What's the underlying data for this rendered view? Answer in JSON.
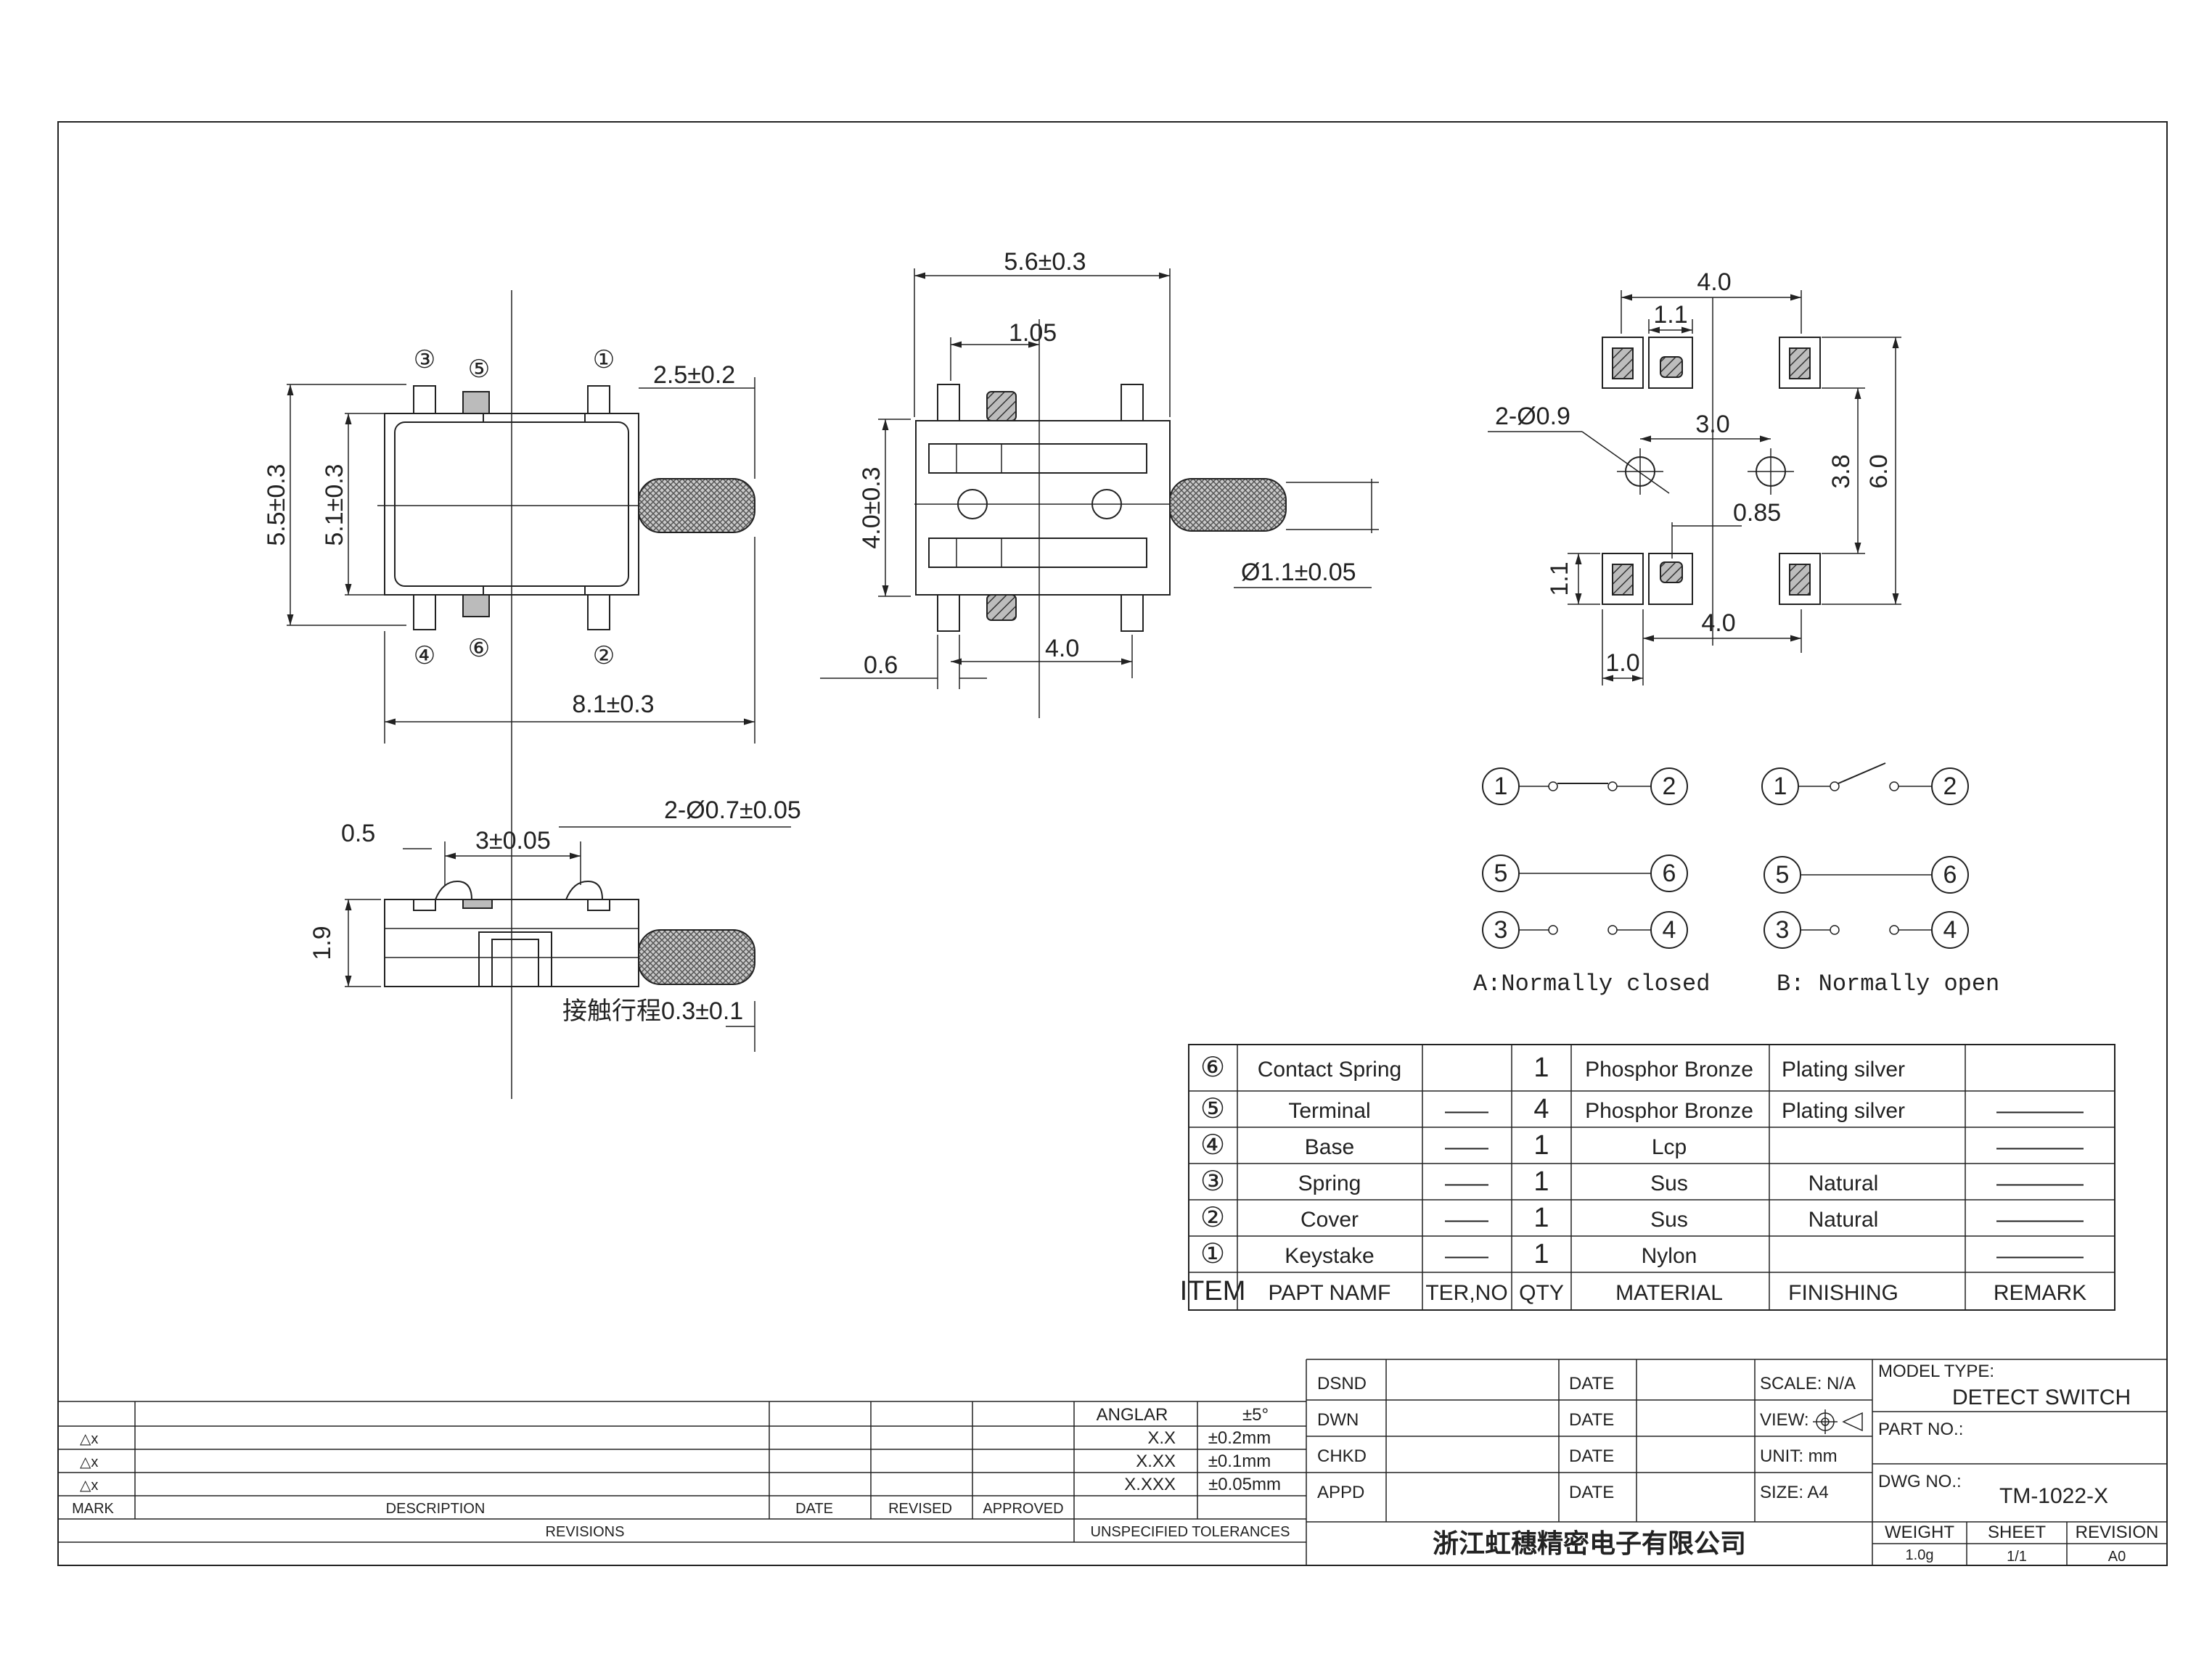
{
  "top_view": {
    "pins": {
      "p1": "①",
      "p2": "②",
      "p3": "③",
      "p4": "④",
      "p5": "⑤",
      "p6": "⑥"
    },
    "dims": {
      "stem": "2.5±0.2",
      "height_outer": "5.5±0.3",
      "height_inner": "5.1±0.3",
      "width": "8.1±0.3"
    }
  },
  "front_view": {
    "dims": {
      "width": "5.6±0.3",
      "offset": "1.05",
      "height": "4.0±0.3",
      "stem_dia": "Ø1.1±0.05",
      "pad": "0.6",
      "pitch": "4.0"
    }
  },
  "land_pattern": {
    "dims": {
      "top_w": "4.0",
      "pad_w": "1.1",
      "holes": "2-Ø0.9",
      "hole_pitch": "3.0",
      "h38": "3.8",
      "h60": "6.0",
      "d085": "0.85",
      "pad_h": "1.1",
      "bottom_w": "4.0",
      "pad_w2": "1.0"
    }
  },
  "side_view": {
    "dims": {
      "d05": "0.5",
      "d3": "3±0.05",
      "posts": "2-Ø0.7±0.05",
      "h19": "1.9",
      "travel": "接触行程0.3±0.1"
    }
  },
  "circuits": {
    "closed_caption": "A:Normally closed",
    "open_caption": "B: Normally open",
    "nums": {
      "n1": "1",
      "n2": "2",
      "n3": "3",
      "n4": "4",
      "n5": "5",
      "n6": "6"
    }
  },
  "bom": {
    "rows": [
      {
        "item": "⑥",
        "name": "Contact Spring",
        "ter": "",
        "qty": "1",
        "material": "Phosphor Bronze",
        "finishing": "Plating silver",
        "remark": ""
      },
      {
        "item": "⑤",
        "name": "Terminal",
        "ter": "——",
        "qty": "4",
        "material": "Phosphor Bronze",
        "finishing": "Plating silver",
        "remark": "————"
      },
      {
        "item": "④",
        "name": "Base",
        "ter": "——",
        "qty": "1",
        "material": "Lcp",
        "finishing": "",
        "remark": "————"
      },
      {
        "item": "③",
        "name": "Spring",
        "ter": "——",
        "qty": "1",
        "material": "Sus",
        "finishing": "Natural",
        "remark": "————"
      },
      {
        "item": "②",
        "name": "Cover",
        "ter": "——",
        "qty": "1",
        "material": "Sus",
        "finishing": "Natural",
        "remark": "————"
      },
      {
        "item": "①",
        "name": "Keystake",
        "ter": "——",
        "qty": "1",
        "material": "Nylon",
        "finishing": "",
        "remark": "————"
      }
    ],
    "header": {
      "item": "ITEM",
      "name": "PAPT NAMF",
      "ter": "TER,NO",
      "qty": "QTY",
      "material": "MATERIAL",
      "finishing": "FINISHING",
      "remark": "REMARK"
    }
  },
  "revisions": {
    "rows": [
      {
        "mark": "△x"
      },
      {
        "mark": "△x"
      },
      {
        "mark": "△x"
      }
    ],
    "headers": {
      "mark": "MARK",
      "description": "DESCRIPTION",
      "date": "DATE",
      "revised": "REVISED",
      "approved": "APPROVED",
      "title": "REVISIONS"
    }
  },
  "tolerances": {
    "rows": [
      {
        "label": "ANGLAR",
        "value": "±5°"
      },
      {
        "label": "X.X",
        "value": "±0.2mm"
      },
      {
        "label": "X.XX",
        "value": "±0.1mm"
      },
      {
        "label": "X.XXX",
        "value": "±0.05mm"
      }
    ],
    "title": "UNSPECIFIED TOLERANCES"
  },
  "title_block": {
    "dsnd": "DSND",
    "dwn": "DWN",
    "chkd": "CHKD",
    "appd": "APPD",
    "date": "DATE",
    "scale": "SCALE: N/A",
    "view": "VIEW:",
    "unit": "UNIT: mm",
    "size": "SIZE: A4",
    "model_type_label": "MODEL TYPE:",
    "model_type": "DETECT SWITCH",
    "part_no_label": "PART NO.:",
    "dwg_no_label": "DWG NO.:",
    "dwg_no": "TM-1022-X",
    "company": "浙江虹穗精密电子有限公司",
    "weight_label": "WEIGHT",
    "weight": "1.0g",
    "sheet_label": "SHEET",
    "sheet": "1/1",
    "revision_label": "REVISION",
    "revision": "A0"
  }
}
